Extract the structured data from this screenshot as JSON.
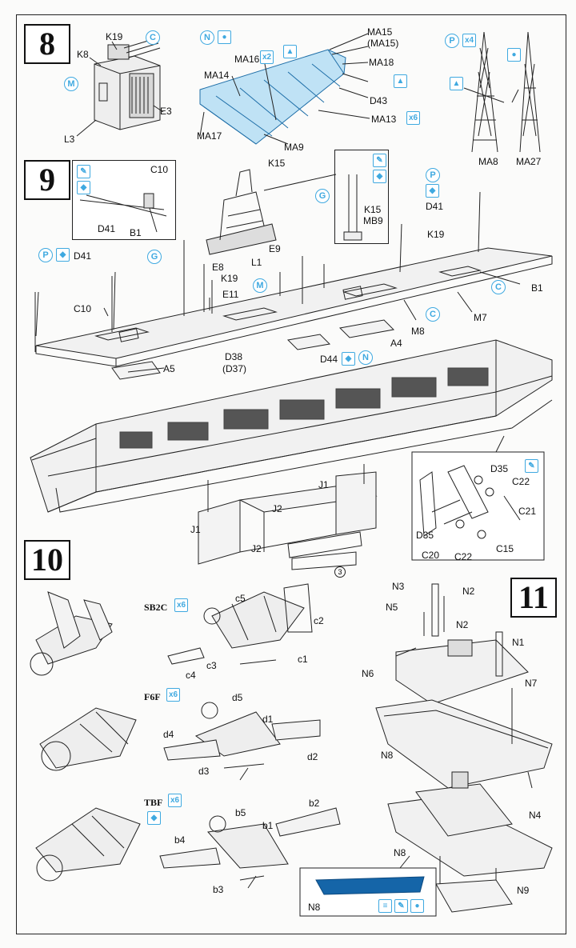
{
  "steps": {
    "s8": "8",
    "s9": "9",
    "s10": "10",
    "s11": "11"
  },
  "icons": {
    "c": "C",
    "m": "M",
    "n": "N",
    "p": "P",
    "g": "G",
    "x2": "x2",
    "x4": "x4",
    "x6": "x6",
    "circle3": "3"
  },
  "step8": {
    "k19": "K19",
    "k8": "K8",
    "e3": "E3",
    "l3": "L3",
    "ma15": "MA15",
    "ma15b": "(MA15)",
    "ma16": "MA16",
    "ma18": "MA18",
    "ma14": "MA14",
    "d43": "D43",
    "ma13": "MA13",
    "ma17": "MA17",
    "ma9": "MA9",
    "ma8": "MA8",
    "ma27": "MA27"
  },
  "step9": {
    "c10": "C10",
    "d41": "D41",
    "b1": "B1",
    "k15": "K15",
    "mb9": "MB9",
    "k19": "K19",
    "e8": "E8",
    "e9": "E9",
    "l1": "L1",
    "e11": "E11",
    "m8": "M8",
    "m7": "M7",
    "a4": "A4",
    "a5": "A5",
    "d38": "D38",
    "d37": "(D37)",
    "d44": "D44",
    "j1": "J1",
    "j2": "J2",
    "d35": "D35",
    "c22": "C22",
    "c21": "C21",
    "c20": "C20",
    "c15": "C15"
  },
  "step10": {
    "sb2c": "SB2C",
    "f6f": "F6F",
    "tbf": "TBF",
    "c1": "c1",
    "c2": "c2",
    "c3": "c3",
    "c4": "c4",
    "c5": "c5",
    "d1": "d1",
    "d2": "d2",
    "d3": "d3",
    "d4": "d4",
    "d5": "d5",
    "b1": "b1",
    "b2": "b2",
    "b3": "b3",
    "b4": "b4",
    "b5": "b5"
  },
  "step11": {
    "n1": "N1",
    "n2": "N2",
    "n3": "N3",
    "n4": "N4",
    "n5": "N5",
    "n6": "N6",
    "n7": "N7",
    "n8": "N8",
    "n9": "N9"
  },
  "colors": {
    "accent": "#3fa9e0",
    "ink": "#222222",
    "paper": "#fbfbfa"
  }
}
